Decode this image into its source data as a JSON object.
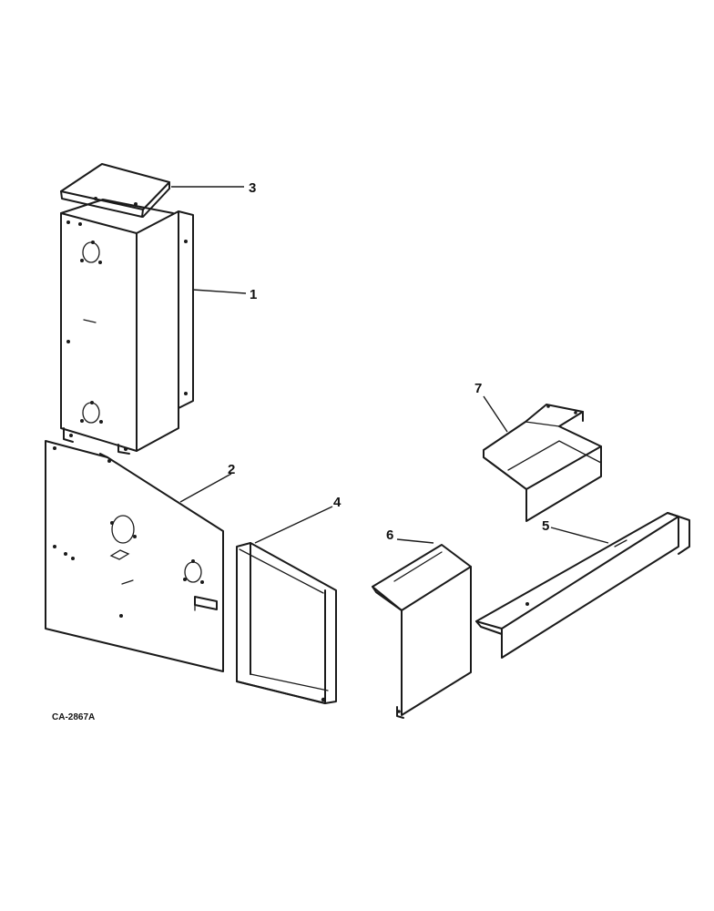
{
  "callouts": {
    "c1": "1",
    "c2": "2",
    "c3": "3",
    "c4": "4",
    "c5": "5",
    "c6": "6",
    "c7": "7"
  },
  "figure_code": "CA-2867A"
}
